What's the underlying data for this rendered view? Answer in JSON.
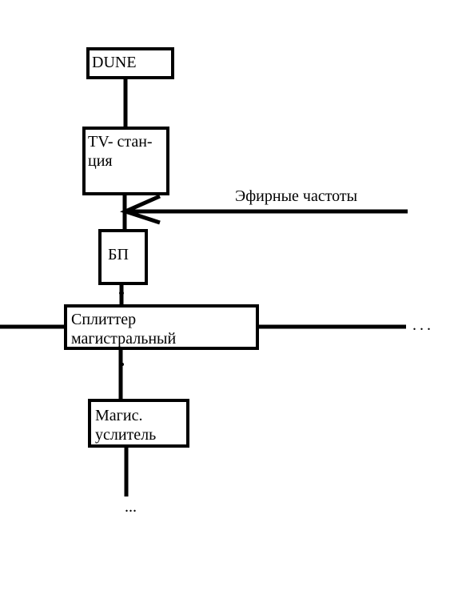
{
  "diagram": {
    "nodes": {
      "dune": {
        "lines": [
          "DUNE"
        ]
      },
      "tv_station": {
        "lines": [
          "TV- стан-",
          "ция"
        ]
      },
      "psu": {
        "lines": [
          "БП"
        ]
      },
      "splitter": {
        "lines": [
          "Сплиттер",
          "магистральный"
        ]
      },
      "amplifier": {
        "lines": [
          "Магис.",
          "услитель"
        ]
      }
    },
    "labels": {
      "air_frequencies": "Эфирные частоты",
      "ellipsis_right": "...",
      "ellipsis_down": "..."
    },
    "line_color": "#000000"
  }
}
